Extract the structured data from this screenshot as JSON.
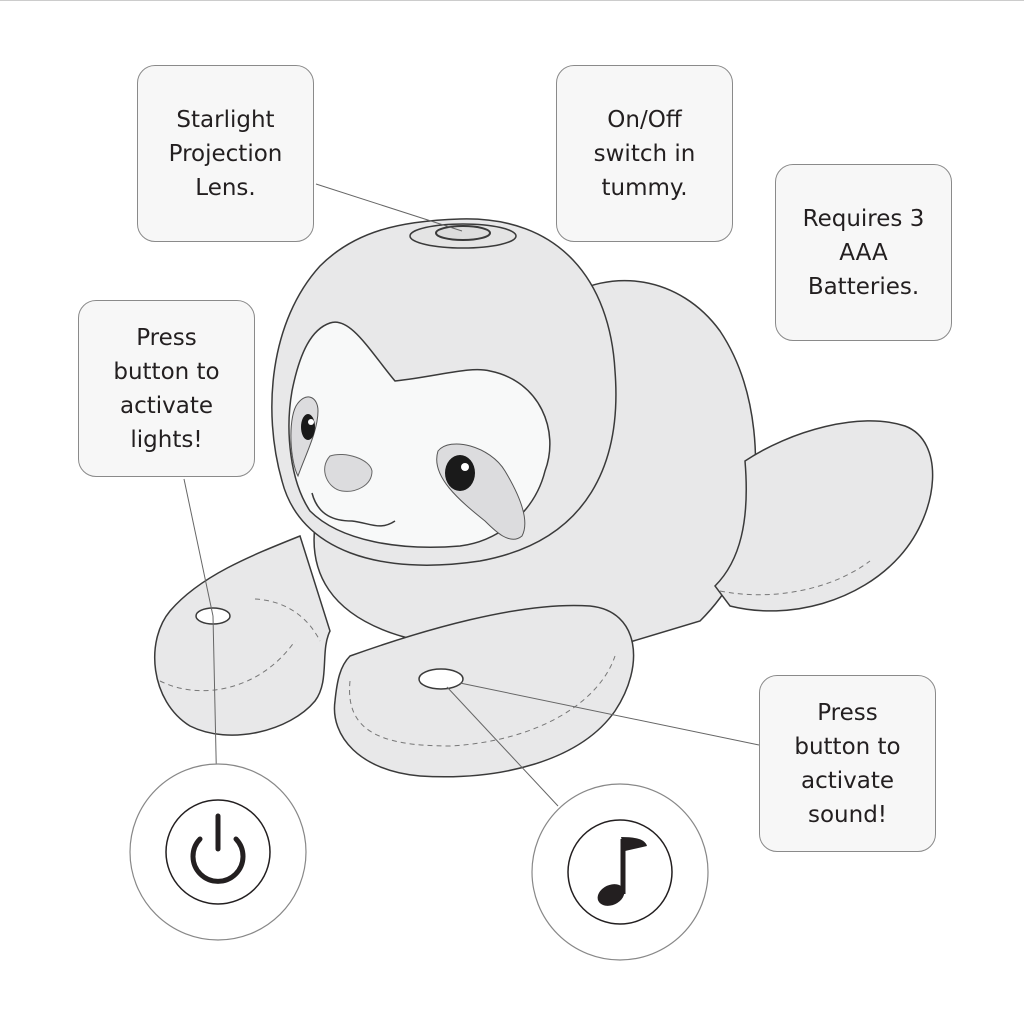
{
  "callouts": {
    "lens": [
      "Starlight",
      "Projection",
      "Lens."
    ],
    "switch": [
      "On/Off",
      "switch in",
      "tummy."
    ],
    "batteries": [
      "Requires 3",
      "AAA",
      "Batteries."
    ],
    "lights": [
      "Press",
      "button to",
      "activate",
      "lights!"
    ],
    "sound": [
      "Press",
      "button to",
      "activate",
      "sound!"
    ]
  },
  "icons": [
    "power-icon",
    "music-note-icon"
  ],
  "colors": {
    "outline": "#3a3a3a",
    "body": "#e8e8e9",
    "face": "#f8f9f9",
    "patch": "#dcdcde",
    "box_fill": "#f7f7f7",
    "box_border": "#8a8a8a"
  }
}
